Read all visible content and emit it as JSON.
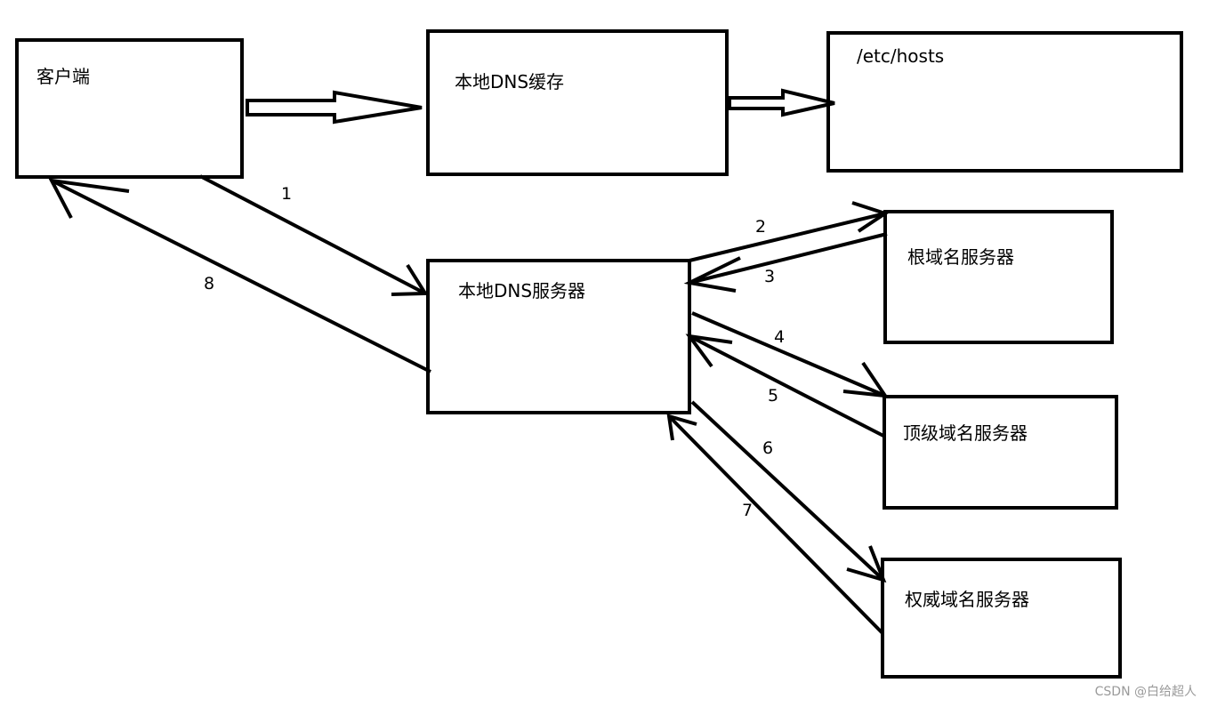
{
  "nodes": {
    "client": "客户端",
    "local_cache": "本地DNS缓存",
    "hosts": "/etc/hosts",
    "local_dns": "本地DNS服务器",
    "root": "根域名服务器",
    "tld": "顶级域名服务器",
    "auth": "权威域名服务器"
  },
  "steps": [
    "1",
    "2",
    "3",
    "4",
    "5",
    "6",
    "7",
    "8"
  ],
  "watermark": "CSDN @白给超人"
}
